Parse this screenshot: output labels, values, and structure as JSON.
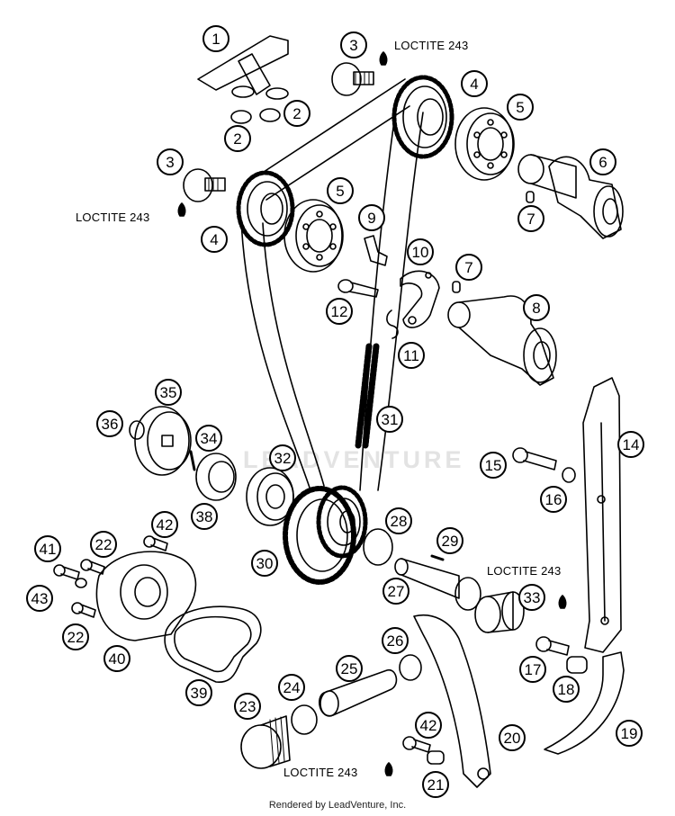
{
  "diagram": {
    "callouts": [
      {
        "id": "p1",
        "label": "1"
      },
      {
        "id": "p2a",
        "label": "2"
      },
      {
        "id": "p2b",
        "label": "2"
      },
      {
        "id": "p3a",
        "label": "3"
      },
      {
        "id": "p3b",
        "label": "3"
      },
      {
        "id": "p4a",
        "label": "4"
      },
      {
        "id": "p4b",
        "label": "4"
      },
      {
        "id": "p5a",
        "label": "5"
      },
      {
        "id": "p5b",
        "label": "5"
      },
      {
        "id": "p6",
        "label": "6"
      },
      {
        "id": "p7a",
        "label": "7"
      },
      {
        "id": "p7b",
        "label": "7"
      },
      {
        "id": "p8",
        "label": "8"
      },
      {
        "id": "p9",
        "label": "9"
      },
      {
        "id": "p10",
        "label": "10"
      },
      {
        "id": "p11",
        "label": "11"
      },
      {
        "id": "p12",
        "label": "12"
      },
      {
        "id": "p14",
        "label": "14"
      },
      {
        "id": "p15",
        "label": "15"
      },
      {
        "id": "p16",
        "label": "16"
      },
      {
        "id": "p17",
        "label": "17"
      },
      {
        "id": "p18",
        "label": "18"
      },
      {
        "id": "p19",
        "label": "19"
      },
      {
        "id": "p20",
        "label": "20"
      },
      {
        "id": "p21",
        "label": "21"
      },
      {
        "id": "p22a",
        "label": "22"
      },
      {
        "id": "p22b",
        "label": "22"
      },
      {
        "id": "p23",
        "label": "23"
      },
      {
        "id": "p24",
        "label": "24"
      },
      {
        "id": "p25",
        "label": "25"
      },
      {
        "id": "p26",
        "label": "26"
      },
      {
        "id": "p27",
        "label": "27"
      },
      {
        "id": "p28",
        "label": "28"
      },
      {
        "id": "p29",
        "label": "29"
      },
      {
        "id": "p30",
        "label": "30"
      },
      {
        "id": "p31",
        "label": "31"
      },
      {
        "id": "p32",
        "label": "32"
      },
      {
        "id": "p33",
        "label": "33"
      },
      {
        "id": "p34",
        "label": "34"
      },
      {
        "id": "p35",
        "label": "35"
      },
      {
        "id": "p36",
        "label": "36"
      },
      {
        "id": "p38",
        "label": "38"
      },
      {
        "id": "p39",
        "label": "39"
      },
      {
        "id": "p40",
        "label": "40"
      },
      {
        "id": "p41",
        "label": "41"
      },
      {
        "id": "p42a",
        "label": "42"
      },
      {
        "id": "p42b",
        "label": "42"
      },
      {
        "id": "p43",
        "label": "43"
      }
    ],
    "loctite_notes": [
      {
        "id": "lt1",
        "text": "LOCTITE 243"
      },
      {
        "id": "lt2",
        "text": "LOCTITE 243"
      },
      {
        "id": "lt3",
        "text": "LOCTITE 243"
      },
      {
        "id": "lt4",
        "text": "LOCTITE 243"
      }
    ],
    "watermark": "LEADVENTURE",
    "credit": "Rendered by LeadVenture, Inc."
  }
}
